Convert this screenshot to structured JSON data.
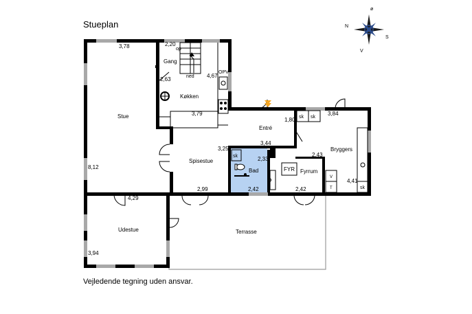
{
  "title": "Stueplan",
  "disclaimer": "Vejledende tegning uden ansvar.",
  "compass": {
    "n": "N",
    "s": "S",
    "o": "ø",
    "v": "V"
  },
  "rooms": {
    "stue": "Stue",
    "gang": "Gang",
    "koekken": "Køkken",
    "spisestue": "Spisestue",
    "entre": "Entré",
    "bad": "Bad",
    "fyrrum": "Fyrrum",
    "bryggers": "Bryggers",
    "udestue": "Udestue",
    "terrasse": "Terrasse"
  },
  "dimensions": {
    "stue_width": "3,78",
    "stue_height": "8,12",
    "gang_width": "2,20",
    "gang_height": "2,63",
    "koekken_height": "4,67",
    "koekken_width": "3,79",
    "spisestue_height": "3,25",
    "spisestue_width": "2,99",
    "entre_width": "3,44",
    "entre_height": "1,80",
    "bad_height": "2,33",
    "bad_width": "2,42",
    "fyrrum_height": "2,43",
    "fyrrum_width": "2,42",
    "bryggers_width": "3,84",
    "bryggers_height": "4,41",
    "udestue_width": "4,29",
    "udestue_height": "3,94"
  },
  "fixtures": {
    "stair_up": "op",
    "stair_down": "ned",
    "opv": "OPV",
    "sk_entre": "sk",
    "sk_bryggers": "sk",
    "sk_bad": "sk",
    "sk_bryggers_low": "sk",
    "fyr": "FYR",
    "v": "V",
    "t": "T"
  }
}
